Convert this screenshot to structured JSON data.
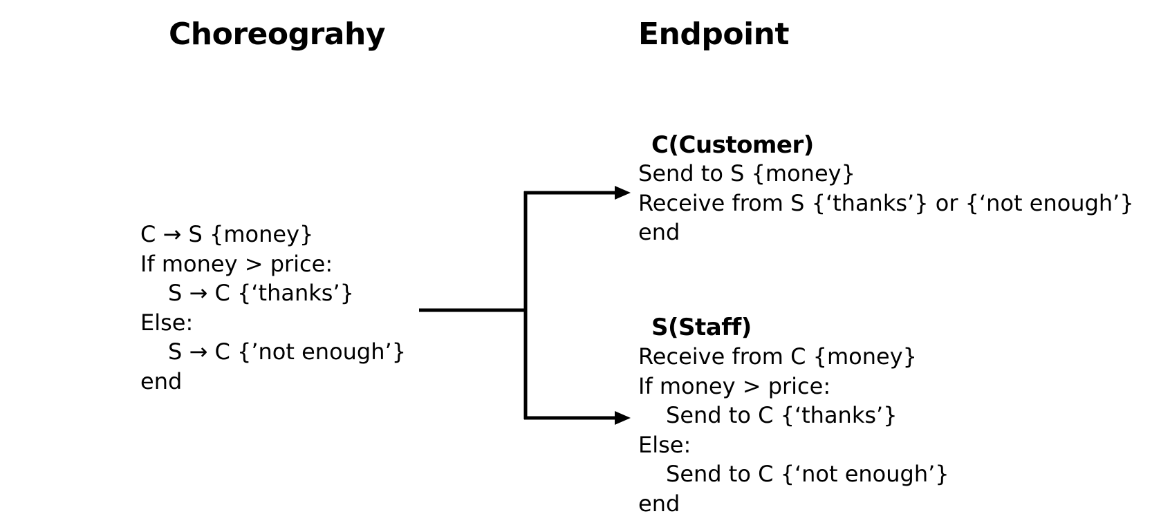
{
  "choreography": {
    "heading": "Choreograhy",
    "lines": [
      "C → S {money}",
      "If money > price:",
      "S → C {‘thanks’}",
      "Else:",
      "S → C {’not enough’}",
      "end"
    ]
  },
  "endpoint": {
    "heading": "Endpoint",
    "customer": {
      "title": "C(Customer)",
      "lines": [
        "Send to S {money}",
        "Receive from S {‘thanks’} or {‘not enough’}",
        "end"
      ]
    },
    "staff": {
      "title": "S(Staff)",
      "lines": [
        "Receive from C {money}",
        "If money > price:",
        "Send to C {‘thanks’}",
        "Else:",
        "Send to C {‘not enough’}",
        "end"
      ]
    }
  },
  "colors": {
    "text": "#000000",
    "background": "#ffffff",
    "connector": "#000000"
  }
}
